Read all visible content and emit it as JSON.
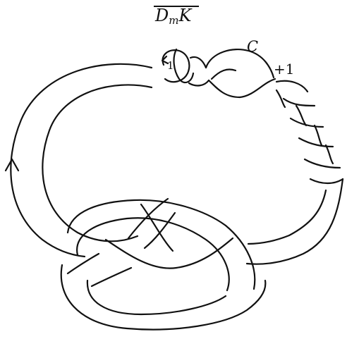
{
  "diagram": {
    "title_main": "D",
    "title_sub": "m",
    "title_tail": "K",
    "circle_label": "C",
    "framing_label": "+1",
    "clasp_label": "1"
  }
}
